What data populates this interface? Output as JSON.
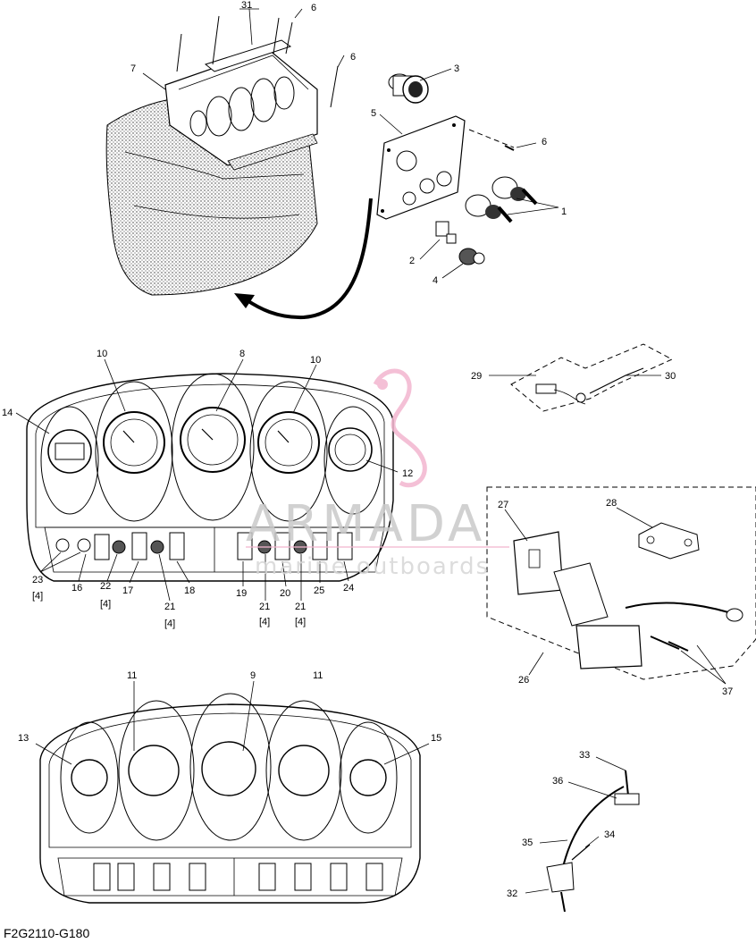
{
  "diagram_code": "F2G2110-G180",
  "watermark": {
    "brand": "ARMADA",
    "tagline": "marine outboards"
  },
  "callouts": {
    "c1": "1",
    "c2": "2",
    "c3": "3",
    "c4": "4",
    "c5": "5",
    "c6a": "6",
    "c6b": "6",
    "c6c": "6",
    "c7": "7",
    "c8": "8",
    "c9": "9",
    "c10a": "10",
    "c10b": "10",
    "c11a": "11",
    "c11b": "11",
    "c12": "12",
    "c13": "13",
    "c14": "14",
    "c15": "15",
    "c16": "16",
    "c17": "17",
    "c18": "18",
    "c19": "19",
    "c20": "20",
    "c21a": "21",
    "c21b": "21",
    "c21c": "21",
    "c22": "22",
    "c23": "23",
    "c24": "24",
    "c25": "25",
    "c26": "26",
    "c27": "27",
    "c28": "28",
    "c29": "29",
    "c30": "30",
    "c31": "31",
    "c32": "32",
    "c33": "33",
    "c34": "34",
    "c35": "35",
    "c36": "36",
    "c37": "37"
  },
  "quantities": {
    "q23": "[4]",
    "q22": "[4]",
    "q21a": "[4]",
    "q21b": "[4]",
    "q21c": "[4]"
  }
}
